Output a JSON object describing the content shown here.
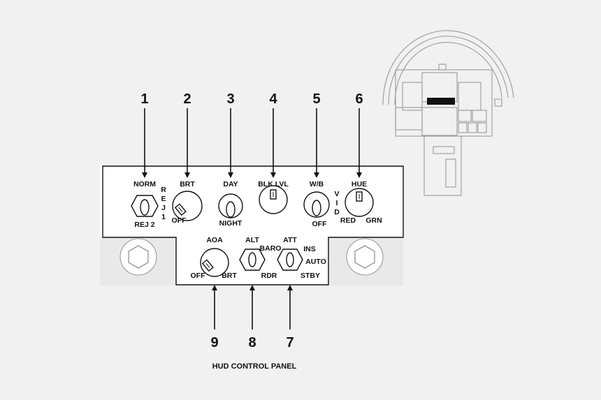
{
  "caption": "HUD CONTROL PANEL",
  "callouts": {
    "c1": "1",
    "c2": "2",
    "c3": "3",
    "c4": "4",
    "c5": "5",
    "c6": "6",
    "c7": "7",
    "c8": "8",
    "c9": "9"
  },
  "controls": {
    "rej": {
      "top": "NORM",
      "bottom": "REJ 2",
      "side": [
        "R",
        "E",
        "J",
        "1"
      ]
    },
    "brt": {
      "top": "BRT",
      "bottom": "OFF"
    },
    "daynight": {
      "top": "DAY",
      "bottom": "NIGHT"
    },
    "blklvl": {
      "top": "BLK LVL"
    },
    "wb": {
      "top": "W/B",
      "bottom": "OFF",
      "side": [
        "V",
        "I",
        "D"
      ]
    },
    "hue": {
      "top": "HUE",
      "left": "RED",
      "right": "GRN"
    },
    "aoa": {
      "top": "AOA",
      "left": "OFF",
      "right": "BRT"
    },
    "alt": {
      "top": "ALT",
      "right_top": "BARO",
      "bottom": "RDR"
    },
    "att": {
      "top": "ATT",
      "pos1": "INS",
      "pos2": "AUTO",
      "pos3": "STBY"
    }
  }
}
